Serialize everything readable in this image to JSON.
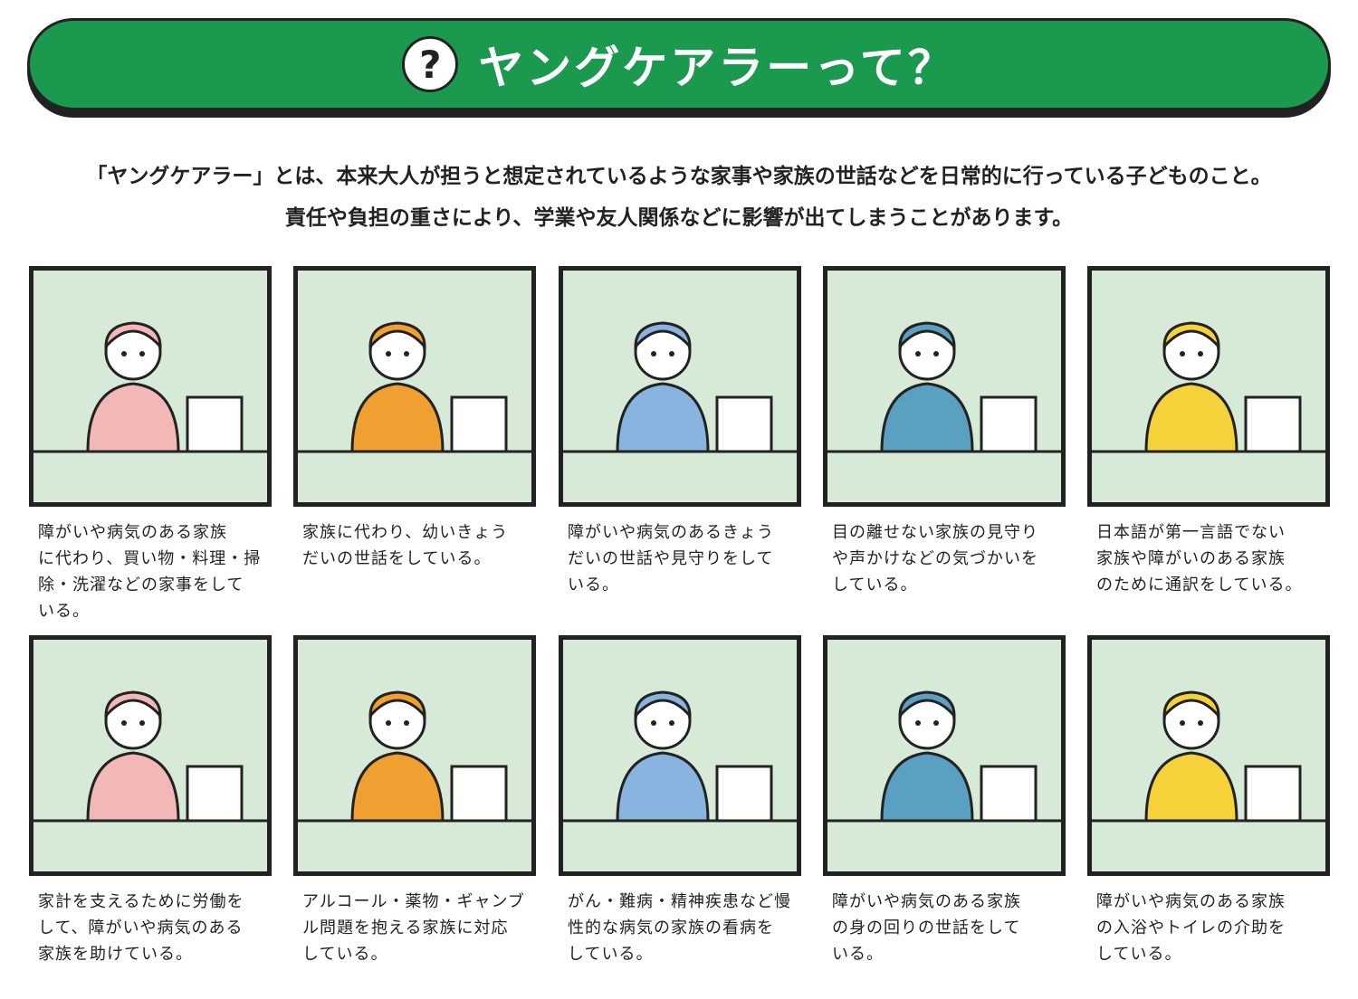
{
  "header": {
    "icon": "question-icon",
    "icon_text": "?",
    "title": "ヤングケアラーって？"
  },
  "intro": [
    "「ヤングケアラー」とは、本来大人が担うと想定されているような家事や家族の世話などを日常的に行っている子どものこと。",
    "責任や負担の重さにより、学業や友人関係などに影響が出てしまうことがあります。"
  ],
  "accent_color": "#1b9a4f",
  "cards": [
    {
      "scene": "cooking",
      "lines": [
        "障がいや病気のある家族",
        "に代わり、買い物・料理・掃",
        "除・洗濯などの家事をして",
        "いる。"
      ]
    },
    {
      "scene": "baby-care",
      "lines": [
        "家族に代わり、幼いきょう",
        "だいの世話をしている。"
      ]
    },
    {
      "scene": "wheelchair",
      "lines": [
        "障がいや病気のあるきょう",
        "だいの世話や見守りをして",
        "いる。"
      ]
    },
    {
      "scene": "watching-elder",
      "lines": [
        "目の離せない家族の見守り",
        "や声かけなどの気づかいを",
        "している。"
      ]
    },
    {
      "scene": "interpreting",
      "lines": [
        "日本語が第一言語でない",
        "家族や障がいのある家族",
        "のために通訳をしている。"
      ]
    },
    {
      "scene": "working",
      "lines": [
        "家計を支えるために労働を",
        "して、障がいや病気のある",
        "家族を助けている。"
      ]
    },
    {
      "scene": "alcohol",
      "lines": [
        "アルコール・薬物・ギャンブ",
        "ル問題を抱える家族に対応",
        "している。"
      ]
    },
    {
      "scene": "nursing",
      "lines": [
        "がん・難病・精神疾患など慢",
        "性的な病気の家族の看病を",
        "している。"
      ]
    },
    {
      "scene": "feeding",
      "lines": [
        "障がいや病気のある家族",
        "の身の回りの世話をして",
        "いる。"
      ]
    },
    {
      "scene": "toilet-assist",
      "lines": [
        "障がいや病気のある家族",
        "の入浴やトイレの介助を",
        "している。"
      ]
    }
  ]
}
